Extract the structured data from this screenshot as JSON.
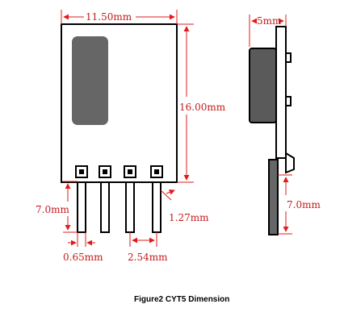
{
  "dimensions": {
    "width": "11.50mm",
    "height": "16.00mm",
    "side_thickness": "5mm",
    "pin_length_front": "7.0mm",
    "pin_length_side": "7.0mm",
    "pin_width": "0.65mm",
    "pin_pitch": "2.54mm",
    "pin_offset": "1.27mm"
  },
  "caption": "Figure2 CYT5 Dimension",
  "colors": {
    "dimension": "#e01b1b",
    "outline": "#000000",
    "component": "#666666"
  }
}
